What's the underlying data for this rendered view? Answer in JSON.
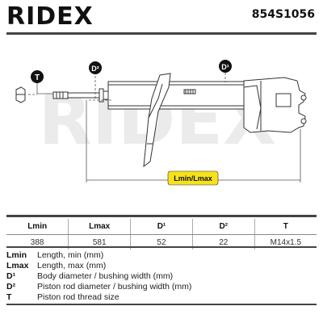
{
  "header": {
    "brand": "RIDEX",
    "part_number": "854S1056"
  },
  "diagram": {
    "watermark": "RIDEX",
    "callouts": {
      "t": "T",
      "d2": "D²",
      "d1": "D¹"
    },
    "length_label": "Lmin/Lmax",
    "colors": {
      "outline": "#333333",
      "callout_fill": "#111111",
      "label_bg": "#f6e11b",
      "watermark": "#ebebeb"
    }
  },
  "specs": {
    "headers": [
      "Lmin",
      "Lmax",
      "D¹",
      "D²",
      "T"
    ],
    "values": [
      "388",
      "581",
      "52",
      "22",
      "M14x1.5"
    ]
  },
  "legend": [
    {
      "key": "Lmin",
      "desc": "Length, min (mm)"
    },
    {
      "key": "Lmax",
      "desc": "Length, max (mm)"
    },
    {
      "key": "D¹",
      "desc": "Body diameter / bushing width (mm)"
    },
    {
      "key": "D²",
      "desc": "Piston rod diameter / bushing width (mm)"
    },
    {
      "key": "T",
      "desc": "Piston rod thread size"
    }
  ]
}
